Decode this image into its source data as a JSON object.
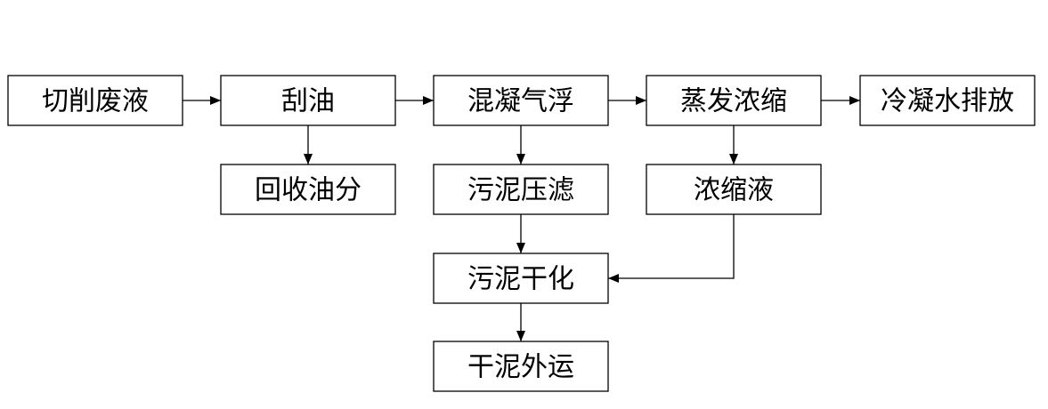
{
  "diagram": {
    "nodes": [
      {
        "id": "cutting_fluid",
        "label": "切削废液"
      },
      {
        "id": "skim_oil",
        "label": "刮油"
      },
      {
        "id": "flotation",
        "label": "混凝气浮"
      },
      {
        "id": "evaporation",
        "label": "蒸发浓缩"
      },
      {
        "id": "condensate",
        "label": "冷凝水排放"
      },
      {
        "id": "oil_recovery",
        "label": "回收油分"
      },
      {
        "id": "sludge_press",
        "label": "污泥压滤"
      },
      {
        "id": "concentrate",
        "label": "浓缩液"
      },
      {
        "id": "sludge_dry",
        "label": "污泥干化"
      },
      {
        "id": "sludge_out",
        "label": "干泥外运"
      }
    ],
    "edges": [
      {
        "from": "cutting_fluid",
        "to": "skim_oil"
      },
      {
        "from": "skim_oil",
        "to": "flotation"
      },
      {
        "from": "flotation",
        "to": "evaporation"
      },
      {
        "from": "evaporation",
        "to": "condensate"
      },
      {
        "from": "skim_oil",
        "to": "oil_recovery"
      },
      {
        "from": "flotation",
        "to": "sludge_press"
      },
      {
        "from": "evaporation",
        "to": "concentrate"
      },
      {
        "from": "sludge_press",
        "to": "sludge_dry"
      },
      {
        "from": "concentrate",
        "to": "sludge_dry"
      },
      {
        "from": "sludge_dry",
        "to": "sludge_out"
      }
    ]
  }
}
